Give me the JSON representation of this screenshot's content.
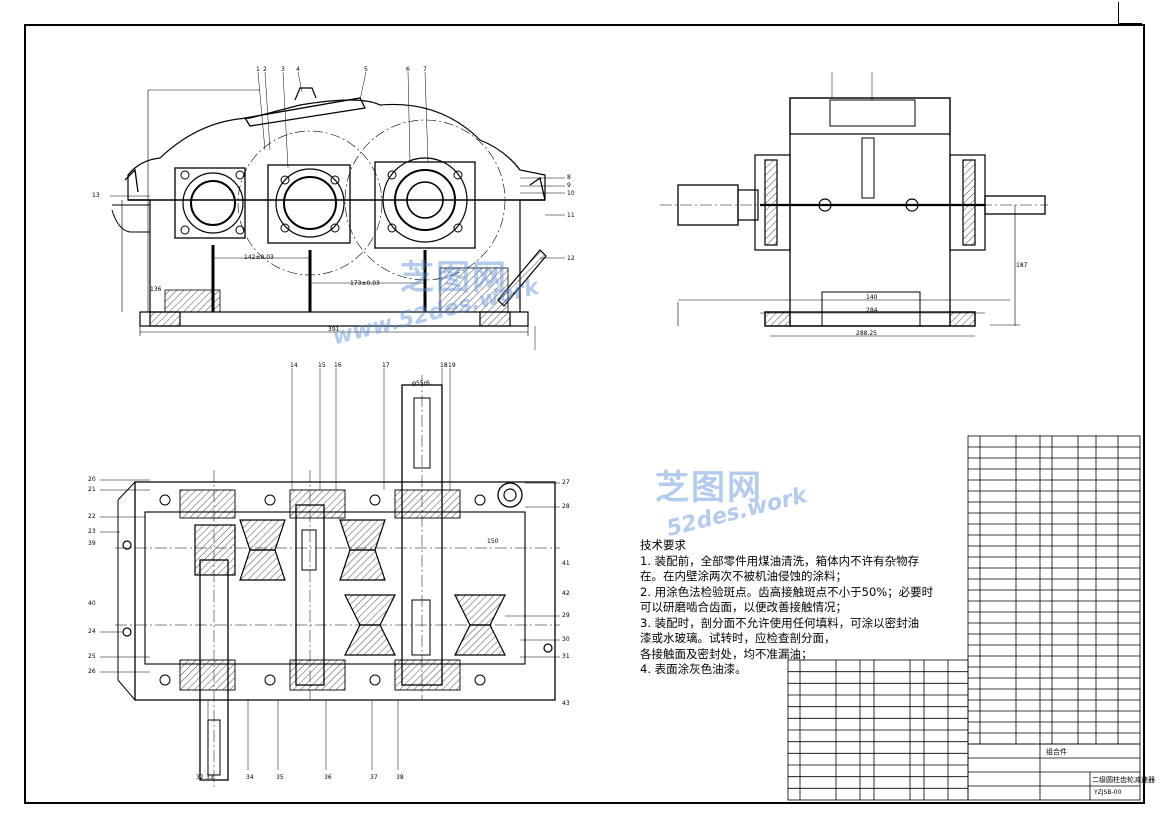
{
  "drawing": {
    "tech_requirements": {
      "title": "技术要求",
      "lines": [
        "1. 装配前，全部零件用煤油清洗，箱体内不许有杂物存",
        "在。在内壁涂两次不被机油侵蚀的涂料；",
        "2. 用涂色法检验斑点。齿高接触斑点不小于50%；必要时",
        "可以研磨啮合齿面，以便改善接触情况；",
        "3. 装配时，剖分面不允许使用任何填料，可涂以密封油",
        "漆或水玻璃。试转时，应检查剖分面，",
        "各接触面及密封处，均不准漏油；",
        "4. 表面涂灰色油漆。"
      ]
    },
    "watermark": {
      "brand": "芝图网",
      "url1": "www.52des.work",
      "url2": "52des.work"
    },
    "dimensions": {
      "front_center1": "142±0.03",
      "front_center2": "173±0.03",
      "front_length": "391",
      "front_height_left": "136",
      "side_width1": "140",
      "side_width2": "284",
      "side_width3": "288.25",
      "side_height": "187",
      "plan_shaft_dia": "φ55r6",
      "plan_height": "150"
    },
    "title_block": {
      "assembly_label": "组合件",
      "drawing_title": "二级圆柱齿轮减速器",
      "drawing_number": "YZJSB-00"
    },
    "balloons_front": [
      "1",
      "2",
      "3",
      "4",
      "5",
      "6",
      "7",
      "8",
      "9",
      "10",
      "11",
      "12",
      "13"
    ],
    "balloons_plan": [
      "14",
      "15",
      "16",
      "17",
      "18",
      "19",
      "20",
      "21",
      "22",
      "23",
      "24",
      "25",
      "26",
      "27",
      "28",
      "29",
      "30",
      "31",
      "32",
      "33",
      "34",
      "35",
      "36",
      "37",
      "38",
      "39",
      "40",
      "41",
      "42",
      "43"
    ]
  }
}
